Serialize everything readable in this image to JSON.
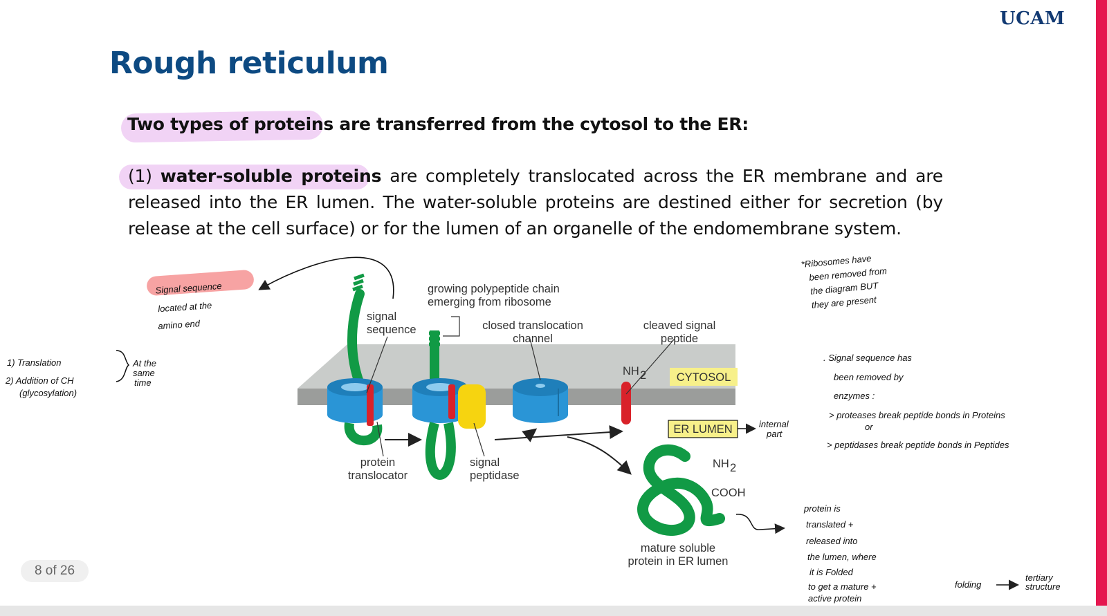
{
  "header": {
    "logo": "UCAM",
    "title": "Rough reticulum"
  },
  "body": {
    "subhead_highlight": "Two types of proteins",
    "subhead_rest": " are transferred from the cytosol to the ER:",
    "item_number": "(1)",
    "item_term": "water-soluble proteins",
    "item_text": "are completely translocated across the ER membrane and are released into the ER lumen. The water-soluble proteins are destined either for secretion (by release at the cell surface) or for the lumen of an organelle of the endomembrane system."
  },
  "diagram": {
    "label_signal_sequence_1": "signal",
    "label_signal_sequence_2": "sequence",
    "label_growing_1": "growing polypeptide chain",
    "label_growing_2": "emerging from ribosome",
    "label_closed_1": "closed translocation",
    "label_closed_2": "channel",
    "label_cleaved_1": "cleaved signal",
    "label_cleaved_2": "peptide",
    "label_nh2": "NH",
    "label_nh2_sub": "2",
    "label_cytosol": "CYTOSOL",
    "label_er_lumen": "ER LUMEN",
    "label_translocator_1": "protein",
    "label_translocator_2": "translocator",
    "label_peptidase_1": "signal",
    "label_peptidase_2": "peptidase",
    "label_nh2_mature": "NH",
    "label_nh2_mature_sub": "2",
    "label_cooh": "COOH",
    "label_mature_1": "mature soluble",
    "label_mature_2": "protein in ER lumen"
  },
  "notes": {
    "signal_box": "Signal sequence",
    "signal_loc_1": "located at the",
    "signal_loc_2": "amino end",
    "translation": "1) Translation",
    "addition": "2) Addition of CH",
    "glyco": "(glycosylation)",
    "same_1": "At the",
    "same_2": "same",
    "same_3": "time",
    "ribo_1": "*Ribosomes have",
    "ribo_2": "been removed from",
    "ribo_3": "the diagram BUT",
    "ribo_4": "they are present",
    "removed_1": ". Signal sequence has",
    "removed_2": "been removed by",
    "removed_3": "enzymes :",
    "proteases": "> proteases break peptide bonds in Proteins",
    "or": "or",
    "peptidases": "> peptidases break peptide bonds in Peptides",
    "internal_1": "internal",
    "internal_2": "part",
    "lumen_1": "protein is",
    "lumen_2": "translated +",
    "lumen_3": "released into",
    "lumen_4": "the lumen, where",
    "lumen_5": "it is Folded",
    "lumen_6": "to get a mature +",
    "lumen_7": "active protein",
    "folding": "folding",
    "tertiary_1": "tertiary",
    "tertiary_2": "structure"
  },
  "footer": {
    "page": "8 of 26"
  },
  "colors": {
    "title": "#0d4a82",
    "highlight": "#f1d3f5",
    "membrane": "#c9ccca",
    "translocator": "#2a95d6",
    "protein": "#119a45",
    "signal": "#d9222a",
    "peptidase": "#f6d410",
    "label_box": "#f7f08a",
    "accent_bar": "#e5174f"
  }
}
